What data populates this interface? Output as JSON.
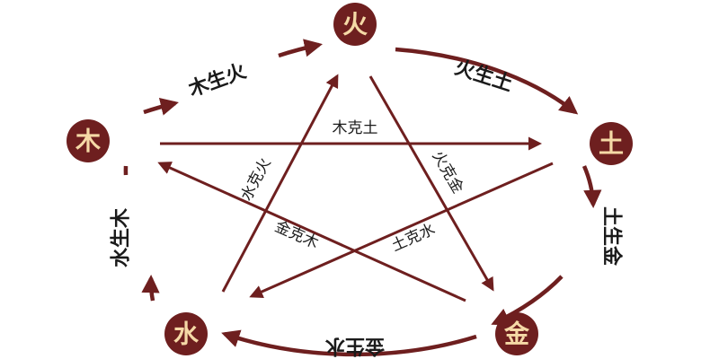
{
  "colors": {
    "accent": "#6e1f1f",
    "node_text": "#f5d9a6",
    "label": "#1a1a1a"
  },
  "elements": {
    "fire": "火",
    "earth": "土",
    "metal": "金",
    "water": "水",
    "wood": "木"
  },
  "generating": {
    "wood_fire": "木生火",
    "fire_earth": "火生土",
    "earth_metal": "土生金",
    "metal_water": "金生水",
    "water_wood": "水生木"
  },
  "overcoming": {
    "wood_earth": "木克土",
    "water_fire": "水克火",
    "fire_metal": "火克金",
    "metal_wood": "金克木",
    "earth_water": "土克水"
  }
}
